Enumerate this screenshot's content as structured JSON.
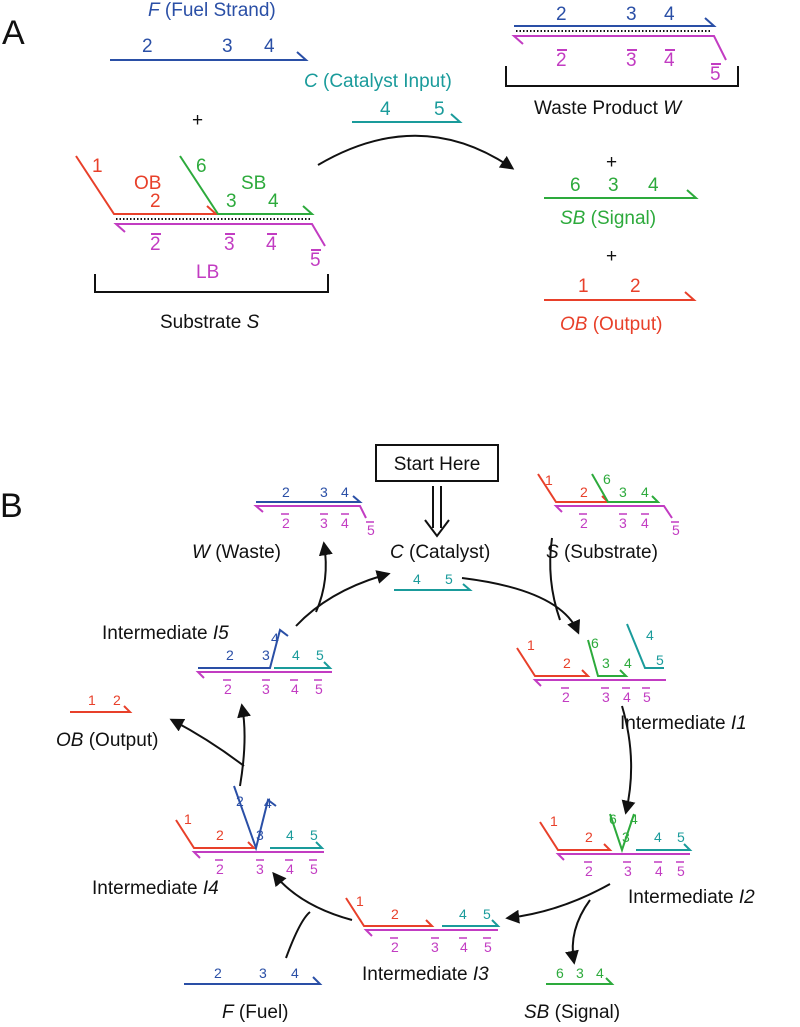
{
  "panel_a": {
    "letter": "A",
    "fuel_label_italic": "F",
    "fuel_label_rest": " (Fuel Strand)",
    "fuel_domains": [
      "2",
      "3",
      "4"
    ],
    "catalyst_label_italic": "C",
    "catalyst_label_rest": " (Catalyst Input)",
    "catalyst_domains": [
      "4",
      "5"
    ],
    "plus": "+",
    "substrate_labels": {
      "ob": "OB",
      "sb": "SB",
      "lb": "LB"
    },
    "substrate_ob_domains": [
      "1",
      "2"
    ],
    "substrate_sb_domains": [
      "6",
      "3",
      "4"
    ],
    "substrate_lb_domains": [
      "2",
      "3",
      "4",
      "5"
    ],
    "substrate_caption": "Substrate ",
    "substrate_caption_italic": "S",
    "waste_top_domains": [
      "2",
      "3",
      "4"
    ],
    "waste_bottom_domains": [
      "2",
      "3",
      "4",
      "5"
    ],
    "waste_caption": "Waste Product ",
    "waste_caption_italic": "W",
    "signal_domains": [
      "6",
      "3",
      "4"
    ],
    "signal_label_italic": "SB",
    "signal_label_rest": " (Signal)",
    "output_domains": [
      "1",
      "2"
    ],
    "output_label_italic": "OB",
    "output_label_rest": " (Output)"
  },
  "panel_b": {
    "letter": "B",
    "start_here": "Start Here",
    "catalyst_italic": "C",
    "catalyst_rest": " (Catalyst)",
    "catalyst_domains": [
      "4",
      "5"
    ],
    "substrate_italic": "S",
    "substrate_rest": " (Substrate)",
    "waste_italic": "W",
    "waste_rest": " (Waste)",
    "output_italic": "OB",
    "output_rest": " (Output)",
    "output_domains": [
      "1",
      "2"
    ],
    "fuel_italic": "F",
    "fuel_rest": " (Fuel)",
    "fuel_domains": [
      "2",
      "3",
      "4"
    ],
    "signal_italic": "SB",
    "signal_rest": " (Signal)",
    "signal_domains": [
      "6",
      "3",
      "4"
    ],
    "intermediate_prefix": "Intermediate ",
    "i1": "I1",
    "i2": "I2",
    "i3": "I3",
    "i4": "I4",
    "i5": "I5"
  },
  "colors": {
    "fuel": "#2a4fa6",
    "catalyst": "#1a9b9b",
    "output": "#e8402a",
    "signal": "#2daa3c",
    "bottom": "#c23cc2"
  }
}
